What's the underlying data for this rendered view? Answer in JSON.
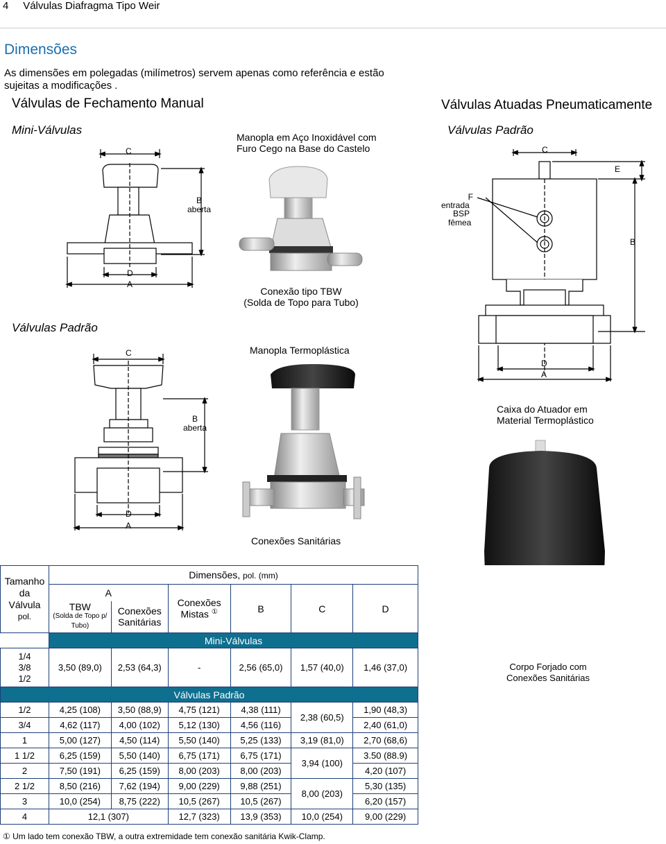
{
  "header": {
    "page_number": "4",
    "title": "Válvulas Diafragma Tipo Weir"
  },
  "section": {
    "title": "Dimensões",
    "intro": "As dimensões em polegadas (milímetros) servem apenas como referência e estão sujeitas a modificações ."
  },
  "manual": {
    "heading": "Válvulas de Fechamento Manual",
    "mini_label": "Mini-Válvulas",
    "std_label": "Válvulas Padrão",
    "handle_caption_1": "Manopla em Aço Inoxidável com",
    "handle_caption_2": "Furo Cego na Base do Castelo",
    "tbw_caption_1": "Conexão tipo TBW",
    "tbw_caption_2": "(Solda de Topo para Tubo)",
    "thermo_caption": "Manopla Termoplástica",
    "sanitary_caption": "Conexões Sanitárias",
    "dim_c": "C",
    "dim_b": "B",
    "dim_b_open": "aberta",
    "dim_d": "D",
    "dim_a": "A"
  },
  "pneumatic": {
    "heading": "Válvulas Atuadas Pneumaticamente",
    "std_label": "Válvulas Padrão",
    "port_f": "F",
    "port_1": "entrada",
    "port_2": "BSP",
    "port_3": "fêmea",
    "dim_c": "C",
    "dim_e": "E",
    "dim_b": "B",
    "dim_d": "D",
    "dim_a": "A",
    "housing_caption_1": "Caixa do Atuador em",
    "housing_caption_2": "Material Termoplástico",
    "body_caption_1": "Corpo Forjado com",
    "body_caption_2": "Conexões Sanitárias"
  },
  "table": {
    "size_header": "Tamanho da Válvula",
    "size_unit": "pol.",
    "dims_header": "Dimensões,",
    "dims_unit": "pol. (mm)",
    "a_header": "A",
    "tbw_header": "TBW",
    "tbw_sub": "(Solda de Topo p/ Tubo)",
    "san_header": "Conexões Sanitárias",
    "mix_header": "Conexões Mistas",
    "mix_note": "①",
    "b_header": "B",
    "c_header": "C",
    "d_header": "D",
    "mini_banner": "Mini-Válvulas",
    "mini_row": {
      "size_1": "1/4",
      "size_2": "3/8",
      "size_3": "1/2",
      "tbw": "3,50 (89,0)",
      "san": "2,53 (64,3)",
      "mix": "-",
      "b": "2,56 (65,0)",
      "c": "1,57 (40,0)",
      "d": "1,46 (37,0)"
    },
    "std_banner": "Válvulas Padrão",
    "rows": [
      {
        "size": "1/2",
        "tbw": "4,25 (108)",
        "san": "3,50 (88,9)",
        "mix": "4,75 (121)",
        "b": "4,38 (111)",
        "d": "1,90 (48,3)"
      },
      {
        "size": "3/4",
        "tbw": "4,62 (117)",
        "san": "4,00 (102)",
        "mix": "5,12 (130)",
        "b": "4,56 (116)",
        "d": "2,40 (61,0)"
      },
      {
        "size": "1",
        "tbw": "5,00 (127)",
        "san": "4,50 (114)",
        "mix": "5,50 (140)",
        "b": "5,25 (133)",
        "c": "3,19 (81,0)",
        "d": "2,70 (68,6)"
      },
      {
        "size": "1 1/2",
        "tbw": "6,25 (159)",
        "san": "5,50 (140)",
        "mix": "6,75 (171)",
        "b": "6,75 (171)",
        "d": "3.50 (88.9)"
      },
      {
        "size": "2",
        "tbw": "7,50 (191)",
        "san": "6,25 (159)",
        "mix": "8,00 (203)",
        "b": "8,00 (203)",
        "d": "4,20 (107)"
      },
      {
        "size": "2 1/2",
        "tbw": "8,50 (216)",
        "san": "7,62 (194)",
        "mix": "9,00 (229)",
        "b": "9,88 (251)",
        "d": "5,30 (135)"
      },
      {
        "size": "3",
        "tbw": "10,0 (254)",
        "san": "8,75 (222)",
        "mix": "10,5 (267)",
        "b": "10,5 (267)",
        "d": "6,20 (157)"
      },
      {
        "size": "4",
        "tbw_san": "12,1 (307)",
        "mix": "12,7 (323)",
        "b": "13,9 (353)",
        "c": "10,0 (254)",
        "d": "9,00 (229)"
      }
    ],
    "c_merged_1": "2,38 (60,5)",
    "c_merged_2": "3,94 (100)",
    "c_merged_3": "8,00 (203)"
  },
  "footnote": {
    "mark": "①",
    "text": "Um lado tem conexão TBW, a outra extremidade tem conexão sanitária Kwik-Clamp."
  }
}
